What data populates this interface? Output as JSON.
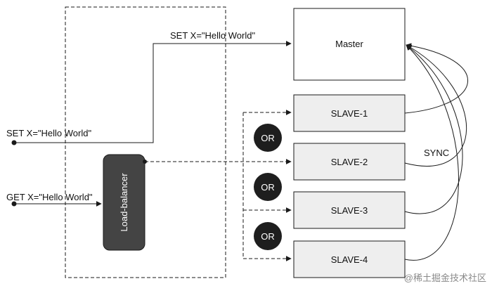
{
  "nodes": {
    "master": "Master",
    "slave1": "SLAVE-1",
    "slave2": "SLAVE-2",
    "slave3": "SLAVE-3",
    "slave4": "SLAVE-4",
    "load_balancer": "Load-balancer"
  },
  "edges": {
    "set_request": "SET X=\"Hello World\"",
    "set_forward": "SET X=\"Hello World\"",
    "get_request": "GET X=\"Hello World\"",
    "sync": "SYNC"
  },
  "or_badges": [
    "OR",
    "OR",
    "OR"
  ],
  "watermark": "@稀土掘金技术社区",
  "colors": {
    "stroke": "#1a1a1a",
    "slave_fill": "#eeeeee",
    "master_fill": "#ffffff",
    "badge_fill": "#1e1e1e",
    "lb_fill": "#444444"
  }
}
